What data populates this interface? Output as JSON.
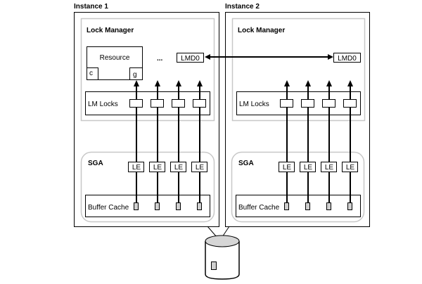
{
  "diagram": {
    "instances": [
      {
        "label": "Instance 1",
        "lock_manager": {
          "label": "Lock Manager",
          "resource": {
            "label": "Resource",
            "left_cell": "c",
            "right_cell": "g"
          },
          "ellipsis": "...",
          "lmd_process": "LMD0",
          "lm_locks": {
            "label": "LM Locks",
            "count": 4
          }
        },
        "sga": {
          "label": "SGA",
          "lock_elements": [
            "LE",
            "LE",
            "LE",
            "LE"
          ],
          "buffer_cache": {
            "label": "Buffer Cache",
            "block_count": 4
          }
        }
      },
      {
        "label": "Instance 2",
        "lock_manager": {
          "label": "Lock Manager",
          "lmd_process": "LMD0",
          "lm_locks": {
            "label": "LM Locks",
            "count": 4
          }
        },
        "sga": {
          "label": "SGA",
          "lock_elements": [
            "LE",
            "LE",
            "LE",
            "LE"
          ],
          "buffer_cache": {
            "label": "Buffer Cache",
            "block_count": 4
          }
        }
      }
    ],
    "connections": {
      "lmd_link": "bidirectional",
      "shared_storage": "disk"
    },
    "colors": {
      "line": "#000000",
      "container_border": "#c8c8c8",
      "block_fill": "#d0d0d0",
      "disk_top_fill": "#d6d6d6"
    }
  }
}
